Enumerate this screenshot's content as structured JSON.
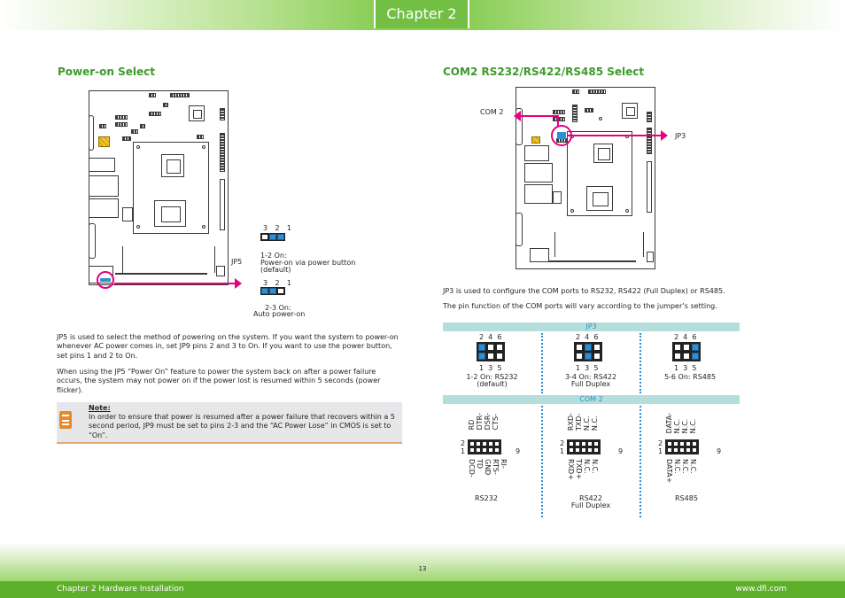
{
  "header": {
    "chapter_label": "Chapter 2"
  },
  "left": {
    "title": "Power-on Select",
    "jp_label": "JP5",
    "option1": {
      "pins": [
        "3",
        "2",
        "1"
      ],
      "setting": "1-2 On:",
      "desc": "Power-on via power button",
      "default": "(default)"
    },
    "option2": {
      "pins": [
        "3",
        "2",
        "1"
      ],
      "setting": "2-3 On:",
      "desc": "Auto power-on"
    },
    "para1": "JP5 is used to select the method of powering on the system. If you want the system to power-on whenever AC power comes in, set JP9 pins 2 and 3 to On. If you want to use the power button, set pins 1 and 2 to On.",
    "para2": "When using the JP5 “Power On” feature to power the system back on after a power failure occurs, the system may not power on if the power lost is resumed within 5 seconds (power flicker).",
    "note": {
      "label": "Note:",
      "text": "In order to ensure that power is resumed after a power failure that recovers within a 5 second period, JP9 must be set to pins 2-3 and the “AC Power Lose” in CMOS is set to “On”."
    }
  },
  "right": {
    "title": "COM2 RS232/RS422/RS485 Select",
    "com2_label": "COM 2",
    "jp3_label": "JP3",
    "para1": "JP3 is used to configure the COM ports to RS232, RS422 (Full Duplex) or RS485.",
    "para2": "The pin function of the COM ports will vary according to the jumper’s setting.",
    "table": {
      "jp3_header": "JP3",
      "com2_header": "COM 2",
      "columns": [
        {
          "top_pins": "2  4  6",
          "bottom_pins": "1  3  5",
          "setting": "1-2 On: RS232",
          "sub": "(default)",
          "top_signals": [
            "CTS-",
            "DSR-",
            "DTR-",
            "RD"
          ],
          "bottom_signals": [
            "RI-",
            "RTS-",
            "GND",
            "TD",
            "DCD-"
          ],
          "pin_left_top": "2",
          "pin_left_bottom": "1",
          "pin_right": "9",
          "mode": "RS232",
          "mode_sub": ""
        },
        {
          "top_pins": "2  4  6",
          "bottom_pins": "1  3  5",
          "setting": "3-4 On: RS422",
          "sub": "Full Duplex",
          "top_signals": [
            "N.C.",
            "N.C.",
            "TXD-",
            "RXD-"
          ],
          "bottom_signals": [
            "N.C.",
            "N.C.",
            "TXD+",
            "RXD+"
          ],
          "pin_left_top": "2",
          "pin_left_bottom": "1",
          "pin_right": "9",
          "mode": "RS422",
          "mode_sub": "Full Duplex"
        },
        {
          "top_pins": "2  4  6",
          "bottom_pins": "1  3  5",
          "setting": "5-6 On: RS485",
          "sub": "",
          "top_signals": [
            "N.C.",
            "N.C.",
            "N.C.",
            "DATA-"
          ],
          "bottom_signals": [
            "N.C.",
            "N.C.",
            "N.C.",
            "DATA+"
          ],
          "pin_left_top": "2",
          "pin_left_bottom": "1",
          "pin_right": "9",
          "mode": "RS485",
          "mode_sub": ""
        }
      ]
    }
  },
  "footer": {
    "page_number": "13",
    "left_text": "Chapter 2 Hardware Installation",
    "right_text": "www.dfi.com"
  },
  "colors": {
    "accent_green": "#3c9a2b",
    "jumper_on": "#2e8fd1",
    "callout_magenta": "#e6007e",
    "table_header": "#b4dedb"
  }
}
